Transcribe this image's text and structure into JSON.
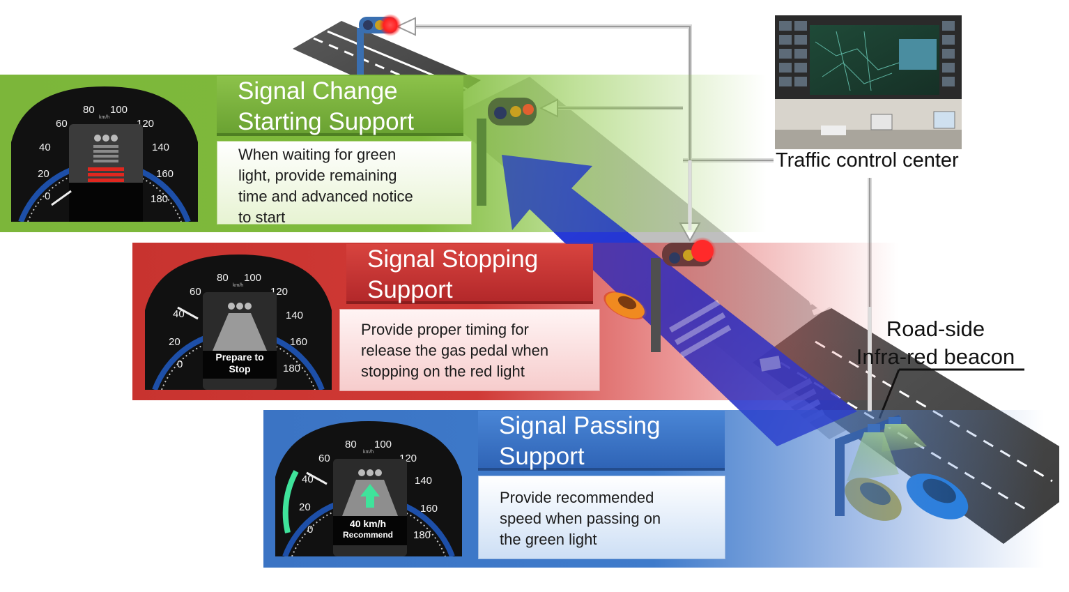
{
  "sections": {
    "starting": {
      "title_line1": "Signal Change",
      "title_line2": "Starting Support",
      "desc_lines": [
        "When waiting for green",
        "light,  provide remaining",
        "time and advanced notice",
        "to start"
      ]
    },
    "stopping": {
      "title_line1": "Signal Stopping",
      "title_line2": "Support",
      "desc_lines": [
        "Provide proper timing for",
        "release the gas pedal when",
        "stopping on the  red light"
      ],
      "gauge_line1": "Prepare to",
      "gauge_line2": "Stop"
    },
    "passing": {
      "title_line1": "Signal Passing",
      "title_line2": "Support",
      "desc_lines": [
        "Provide recommended",
        "speed when passing on",
        "the green light"
      ],
      "gauge_line1": "40 km/h",
      "gauge_line2": "Recommend"
    }
  },
  "gauge_ticks": [
    "0",
    "20",
    "40",
    "60",
    "80",
    "100",
    "120",
    "140",
    "160",
    "180"
  ],
  "gauge_unit": "km/h",
  "labels": {
    "traffic_control_center": "Traffic control center",
    "beacon_line1": "Road-side",
    "beacon_line2": "Infra-red beacon"
  },
  "colors": {
    "green_band": "#7cb63a",
    "red_band": "#c8332f",
    "blue_band": "#3b74c4",
    "arrow_blue": "#2233cc",
    "signal_red": "#ff2a2a"
  }
}
